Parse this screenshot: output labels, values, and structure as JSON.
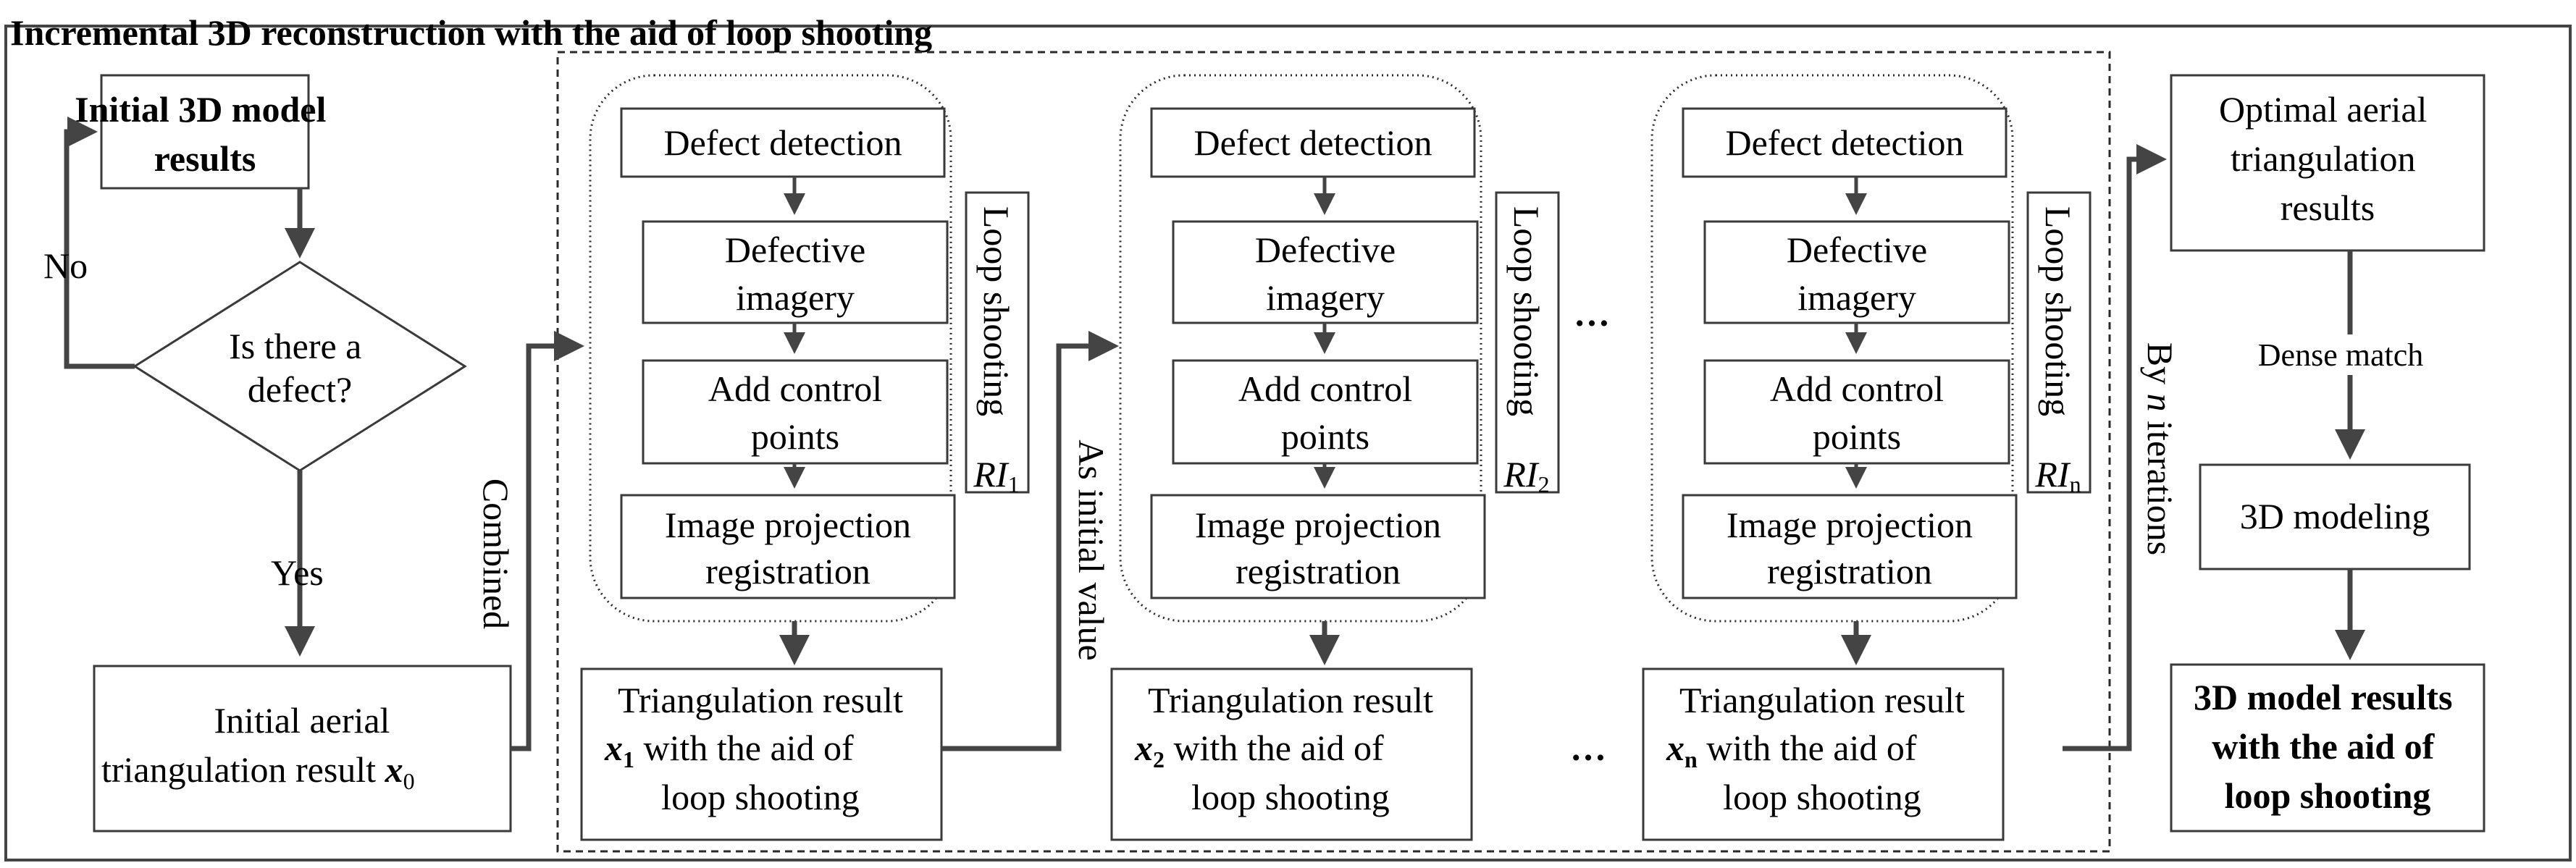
{
  "title": "Incremental 3D reconstruction with the aid of loop shooting",
  "left_flow": {
    "initial_model": [
      "Initial 3D model",
      "results"
    ],
    "decision": [
      "Is there a",
      "defect?"
    ],
    "no_label": "No",
    "yes_label": "Yes",
    "initial_aerial": [
      "Initial aerial",
      "triangulation result"
    ],
    "x0_var": "x",
    "x0_sub": "0",
    "combined_label": "Combined"
  },
  "loops": [
    {
      "steps": {
        "defect_detection": "Defect detection",
        "defective_imagery": [
          "Defective",
          "imagery"
        ],
        "add_control_points": [
          "Add control",
          "points"
        ],
        "image_projection": [
          "Image projection",
          "registration"
        ]
      },
      "loop_label": "Loop shooting",
      "ri_var": "RI",
      "ri_sub": "1",
      "result_lines": [
        "Triangulation result",
        "with the aid of",
        "loop shooting"
      ],
      "x_var": "x",
      "x_sub": "1"
    },
    {
      "steps": {
        "defect_detection": "Defect detection",
        "defective_imagery": [
          "Defective",
          "imagery"
        ],
        "add_control_points": [
          "Add control",
          "points"
        ],
        "image_projection": [
          "Image projection",
          "registration"
        ]
      },
      "loop_label": "Loop shooting",
      "ri_var": "RI",
      "ri_sub": "2",
      "result_lines": [
        "Triangulation result",
        "with the aid of",
        "loop shooting"
      ],
      "x_var": "x",
      "x_sub": "2"
    },
    {
      "steps": {
        "defect_detection": "Defect detection",
        "defective_imagery": [
          "Defective",
          "imagery"
        ],
        "add_control_points": [
          "Add control",
          "points"
        ],
        "image_projection": [
          "Image projection",
          "registration"
        ]
      },
      "loop_label": "Loop shooting",
      "ri_var": "RI",
      "ri_sub": "n",
      "result_lines": [
        "Triangulation result",
        "with the aid of",
        "loop shooting"
      ],
      "x_var": "x",
      "x_sub": "n"
    }
  ],
  "ellipsis": "…",
  "as_initial_value": "As initial value",
  "by_n_iterations": {
    "prefix": "By ",
    "n": "n",
    "suffix": " iterations"
  },
  "right_flow": {
    "optimal": [
      "Optimal aerial",
      "triangulation",
      "results"
    ],
    "dense_match": "Dense match",
    "modeling": "3D modeling",
    "final": [
      "3D model results",
      "with the aid of",
      "loop shooting"
    ]
  }
}
